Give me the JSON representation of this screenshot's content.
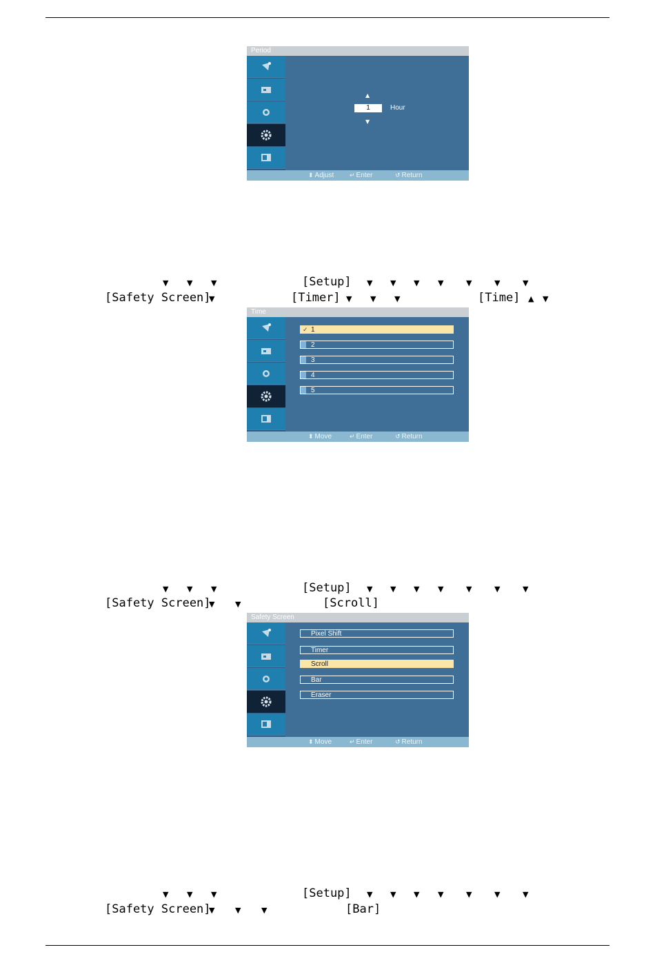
{
  "footer_labels": {
    "adjust": "Adjust",
    "move": "Move",
    "enter": "Enter",
    "return": "Return"
  },
  "osd_period": {
    "title": "Period",
    "value": "1",
    "unit": "Hour"
  },
  "osd_time": {
    "title": "Time",
    "items": [
      "1",
      "2",
      "3",
      "4",
      "5"
    ],
    "selected_index": 0
  },
  "osd_safety": {
    "title": "Safety Screen",
    "items": [
      "Pixel Shift",
      "Timer",
      "Scroll",
      "Bar",
      "Eraser"
    ],
    "selected_index": 2
  },
  "instructions": {
    "setup": "[Setup]",
    "safety_screen": "[Safety Screen]",
    "timer": "[Timer]",
    "time": "[Time]",
    "scroll": "[Scroll]",
    "bar": "[Bar]"
  },
  "icons": {
    "arrow_down": "down-triangle-icon",
    "arrow_up": "up-triangle-icon"
  },
  "colors": {
    "osd_bg": "#3f6e96",
    "sidebar": "#1f7fae",
    "sidebar_active": "#0f2236",
    "highlight": "#fbe6a8",
    "footer": "#89b8d0"
  }
}
